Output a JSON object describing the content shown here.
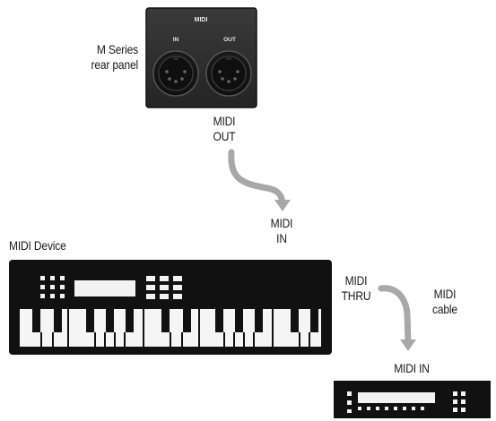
{
  "rear_panel": {
    "caption_line1": "M Series",
    "caption_line2": "rear panel",
    "header": "MIDI",
    "port_in": "IN",
    "port_out": "OUT"
  },
  "labels": {
    "midi_out_line1": "MIDI",
    "midi_out_line2": "OUT",
    "midi_in_line1": "MIDI",
    "midi_in_line2": "IN",
    "midi_device": "MIDI Device",
    "midi_thru_line1": "MIDI",
    "midi_thru_line2": "THRU",
    "midi_cable_line1": "MIDI",
    "midi_cable_line2": "cable",
    "second_midi_in": "MIDI IN"
  },
  "colors": {
    "panel": "#2b2b2b",
    "cable": "#a8a8a8",
    "device": "#111111",
    "text": "#1a1a1a"
  }
}
